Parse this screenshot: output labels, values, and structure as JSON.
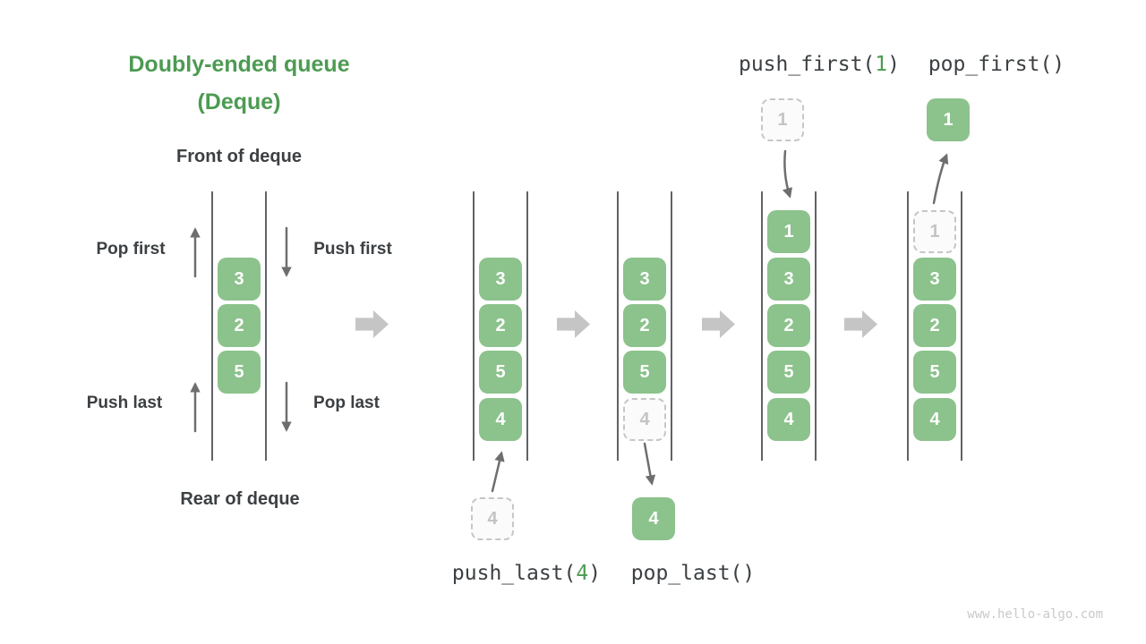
{
  "title": {
    "line1": "Doubly-ended queue",
    "line2": "(Deque)"
  },
  "labels": {
    "front_of_deque": "Front of deque",
    "rear_of_deque": "Rear of deque",
    "pop_first": "Pop first",
    "push_first": "Push first",
    "push_last": "Push last",
    "pop_last": "Pop last"
  },
  "operations": {
    "push_last": {
      "prefix": "push_last(",
      "arg": "4",
      "suffix": ")"
    },
    "pop_last": {
      "text": "pop_last()"
    },
    "push_first": {
      "prefix": "push_first(",
      "arg": "1",
      "suffix": ")"
    },
    "pop_first": {
      "text": "pop_first()"
    }
  },
  "queues": {
    "q1": {
      "cells": [
        "3",
        "2",
        "5"
      ]
    },
    "q2": {
      "cells": [
        "3",
        "2",
        "5",
        "4"
      ]
    },
    "q3": {
      "cells": [
        "3",
        "2",
        "5"
      ],
      "ghost": "4"
    },
    "q4": {
      "cells": [
        "1",
        "3",
        "2",
        "5",
        "4"
      ]
    },
    "q5": {
      "ghost": "1",
      "cells": [
        "3",
        "2",
        "5",
        "4"
      ]
    }
  },
  "floating": {
    "push_last_source": "4",
    "pop_last_result": "4",
    "push_first_source": "1",
    "pop_first_result": "1"
  },
  "watermark": "www.hello-algo.com",
  "colors": {
    "green_box": "#8cc28c",
    "green_dark": "#4c9b52",
    "text_dark": "#3c4043",
    "rail": "#5f6368",
    "arrow": "#6e6e6e",
    "block_arrow": "#c5c5c5",
    "ghost_border": "#c6c6c6",
    "ghost_text": "#c4c4c4",
    "ghost_bg": "#fbfbfb",
    "watermark": "#c9c9c9"
  }
}
